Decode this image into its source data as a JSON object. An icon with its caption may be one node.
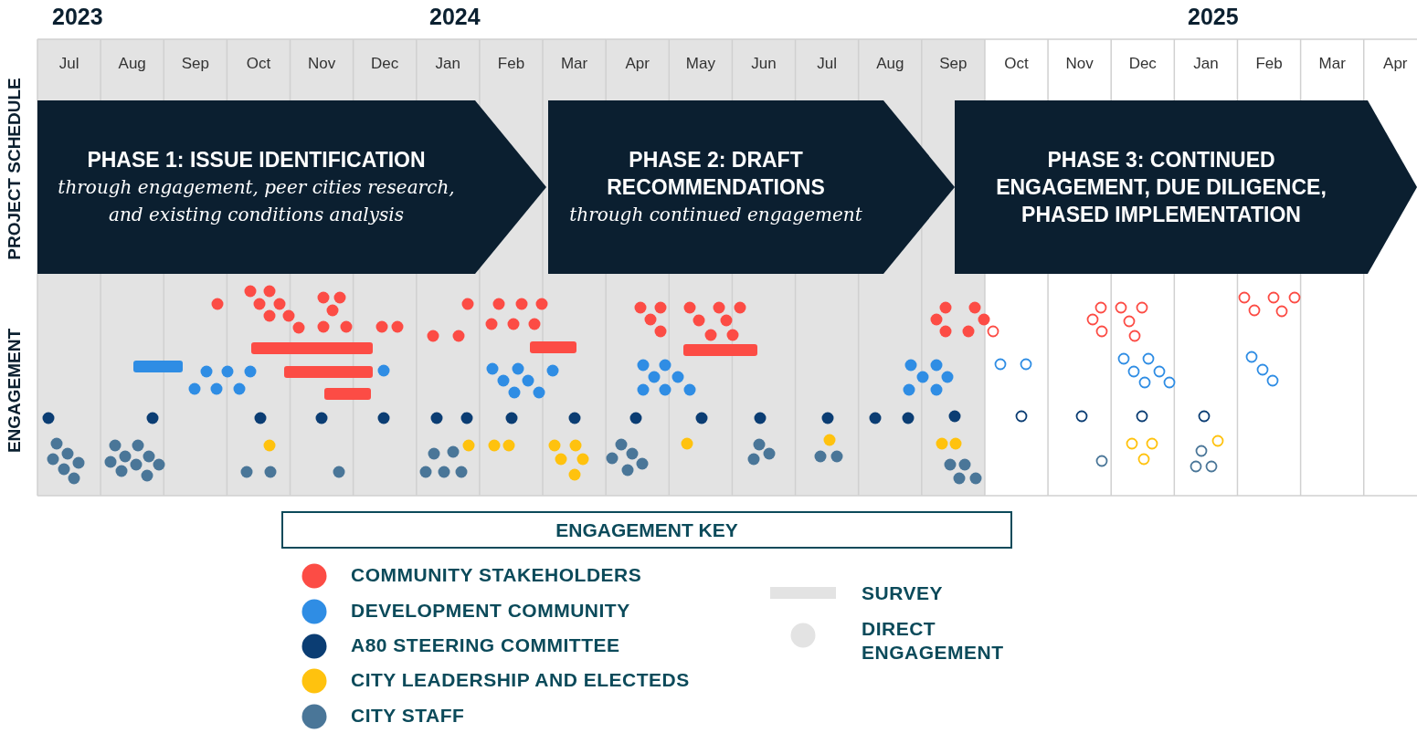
{
  "diagram": {
    "nodes": [
      {
        "text": [
          "PHASE 1: ISSUE IDENTIFICATION",
          "through engagement, peer cities research, and existing conditions analysis"
        ]
      },
      {
        "text": [
          "PHASE 2: DRAFT RECOMMENDATIONS",
          "through continued engagement"
        ]
      },
      {
        "text": [
          "PHASE 3: CONTINUED ENGAGEMENT, DUE DILIGENCE, PHASED IMPLEMENTATION"
        ]
      },
      {
        "text": [
          "ENGAGEMENT KEY"
        ]
      }
    ],
    "labels": [
      "2023",
      "2024",
      "2025",
      "Jul",
      "Aug",
      "Sep",
      "Oct",
      "Nov",
      "Dec",
      "Jan",
      "Feb",
      "Mar",
      "Apr",
      "May",
      "Jun",
      "Jul",
      "Aug",
      "Sep",
      "Oct",
      "Nov",
      "Dec",
      "Jan",
      "Feb",
      "Mar",
      "Apr",
      "PROJECT SCHEDULE",
      "ENGAGEMENT"
    ],
    "legend": [
      {
        "text": "COMMUNITY STAKEHOLDERS",
        "color": "#fc4c45"
      },
      {
        "text": "DEVELOPMENT COMMUNITY",
        "color": "#2f8de4"
      },
      {
        "text": "A80 STEERING COMMITTEE",
        "color": "#0b3d73"
      },
      {
        "text": "CITY LEADERSHIP AND ELECTEDS",
        "color": "#ffc20e"
      },
      {
        "text": "CITY STAFF",
        "color": "#4a7698"
      },
      {
        "text": "SURVEY"
      },
      {
        "text": "DIRECT ENGAGEMENT"
      }
    ]
  }
}
